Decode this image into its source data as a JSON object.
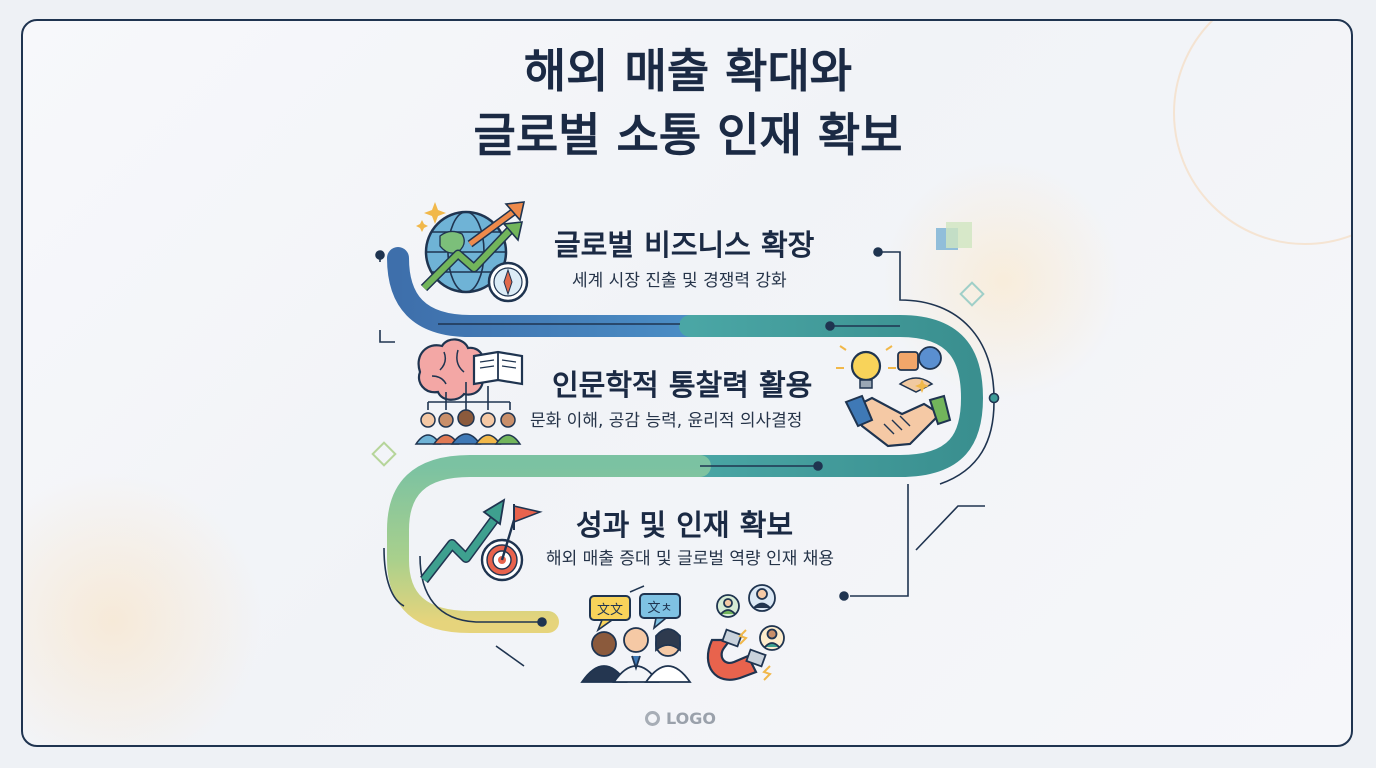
{
  "title": {
    "line1": "해외 매출 확대와",
    "line2": "글로벌 소통 인재 확보"
  },
  "steps": [
    {
      "heading": "글로벌 비즈니스 확장",
      "subtitle": "세계 시장 진출 및 경쟁력 강화",
      "icon": "globe-growth-icon"
    },
    {
      "heading": "인문학적 통찰력 활용",
      "subtitle": "문화 이해, 공감 능력, 윤리적 의사결정",
      "icon": "brain-book-people-icon"
    },
    {
      "heading": "성과 및 인재 확보",
      "subtitle": "해외 매출 증대 및 글로벌 역량 인재 채용",
      "icon": "target-growth-icon"
    }
  ],
  "bubbles": {
    "left": "文文",
    "right": "文ㅊ"
  },
  "logo": "LOGO",
  "colors": {
    "navy": "#1b2a44",
    "blue": "#3f79b6",
    "teal": "#3e9b98",
    "green": "#8fc98c",
    "yellow": "#e4d27c"
  }
}
